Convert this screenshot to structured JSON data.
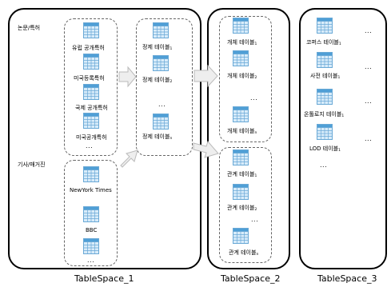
{
  "tablespaces": [
    {
      "label": "TableSpace_1"
    },
    {
      "label": "TableSpace_2"
    },
    {
      "label": "TableSpace_3"
    }
  ],
  "ts1": {
    "group_papers_label": "논문/특허",
    "group_news_label": "기사/매거진",
    "papers": [
      "유럽 공개특허",
      "미국등록특허",
      "국제 공개특허",
      "미국공개특허"
    ],
    "news": [
      "NewYork Times",
      "BBC"
    ],
    "refined": {
      "prefix": "정제 테이블",
      "items": [
        {
          "sub": "1"
        },
        {
          "sub": "2"
        },
        {
          "sub": "n"
        }
      ]
    }
  },
  "ts2": {
    "entity": {
      "prefix": "개체 테이블",
      "items": [
        {
          "sub": "1"
        },
        {
          "sub": "2"
        },
        {
          "sub": "n"
        }
      ]
    },
    "relation": {
      "prefix": "관계 테이블",
      "items": [
        {
          "sub": "1"
        },
        {
          "sub": "2"
        },
        {
          "sub": "n"
        }
      ]
    }
  },
  "ts3": {
    "items": [
      {
        "prefix": "코퍼스 테이블",
        "sub": "1"
      },
      {
        "prefix": "사전 테이블",
        "sub": "1"
      },
      {
        "prefix": "온톨로지 테이블",
        "sub": "1"
      },
      {
        "prefix": "LOD 테이블",
        "sub": "1"
      }
    ]
  },
  "ellipsis": "...",
  "colors": {
    "table_header": "#4f9fd6",
    "table_body": "#d8ecfa",
    "table_grid": "#6aa9d6",
    "arrow_fill": "#eeeeee",
    "arrow_stroke": "#bbbbbb"
  }
}
